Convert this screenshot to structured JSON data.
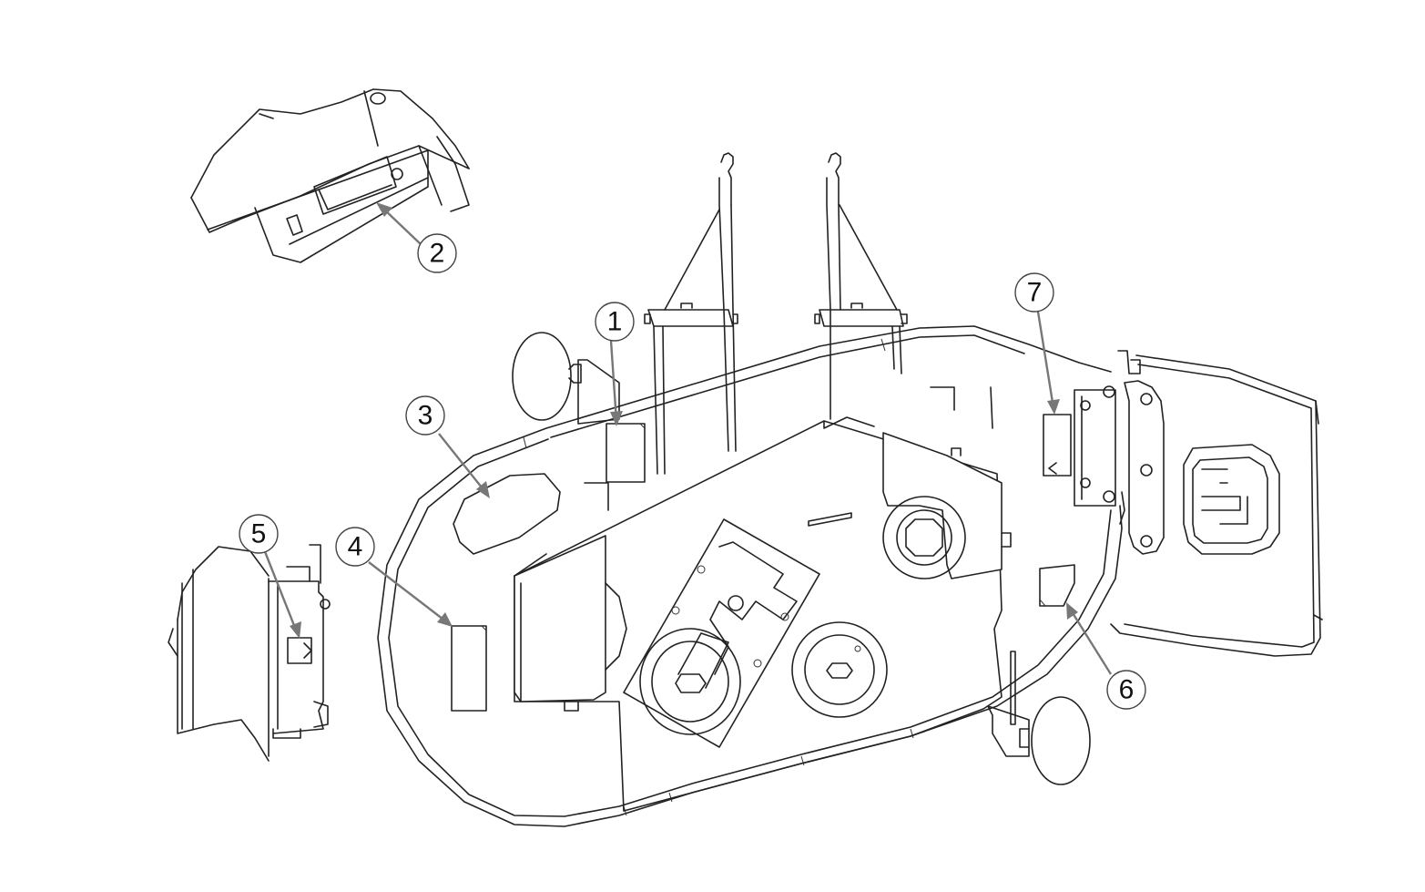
{
  "callouts": [
    {
      "label": "1"
    },
    {
      "label": "2"
    },
    {
      "label": "3"
    },
    {
      "label": "4"
    },
    {
      "label": "5"
    },
    {
      "label": "6"
    },
    {
      "label": "7"
    }
  ],
  "colors": {
    "line": "#222222",
    "leader": "#777777",
    "background": "#ffffff"
  }
}
